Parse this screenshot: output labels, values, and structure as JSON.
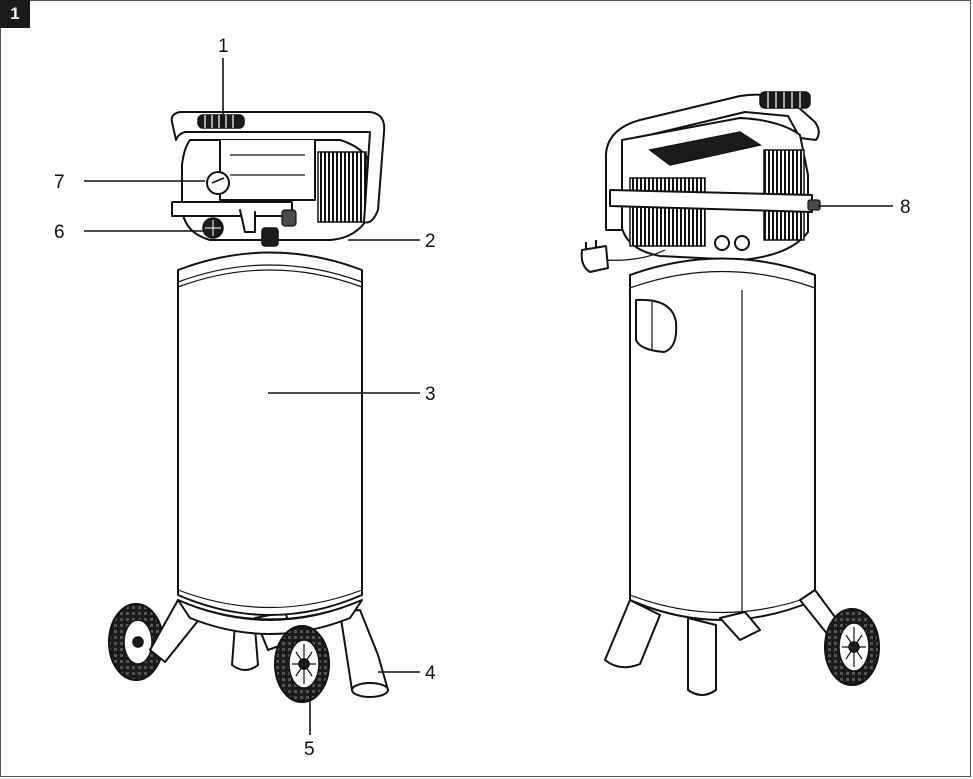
{
  "figure": {
    "number": "1"
  },
  "callouts": [
    {
      "id": "c1",
      "label": "1"
    },
    {
      "id": "c2",
      "label": "2"
    },
    {
      "id": "c3",
      "label": "3"
    },
    {
      "id": "c4",
      "label": "4"
    },
    {
      "id": "c5",
      "label": "5"
    },
    {
      "id": "c6",
      "label": "6"
    },
    {
      "id": "c7",
      "label": "7"
    },
    {
      "id": "c8",
      "label": "8"
    }
  ]
}
